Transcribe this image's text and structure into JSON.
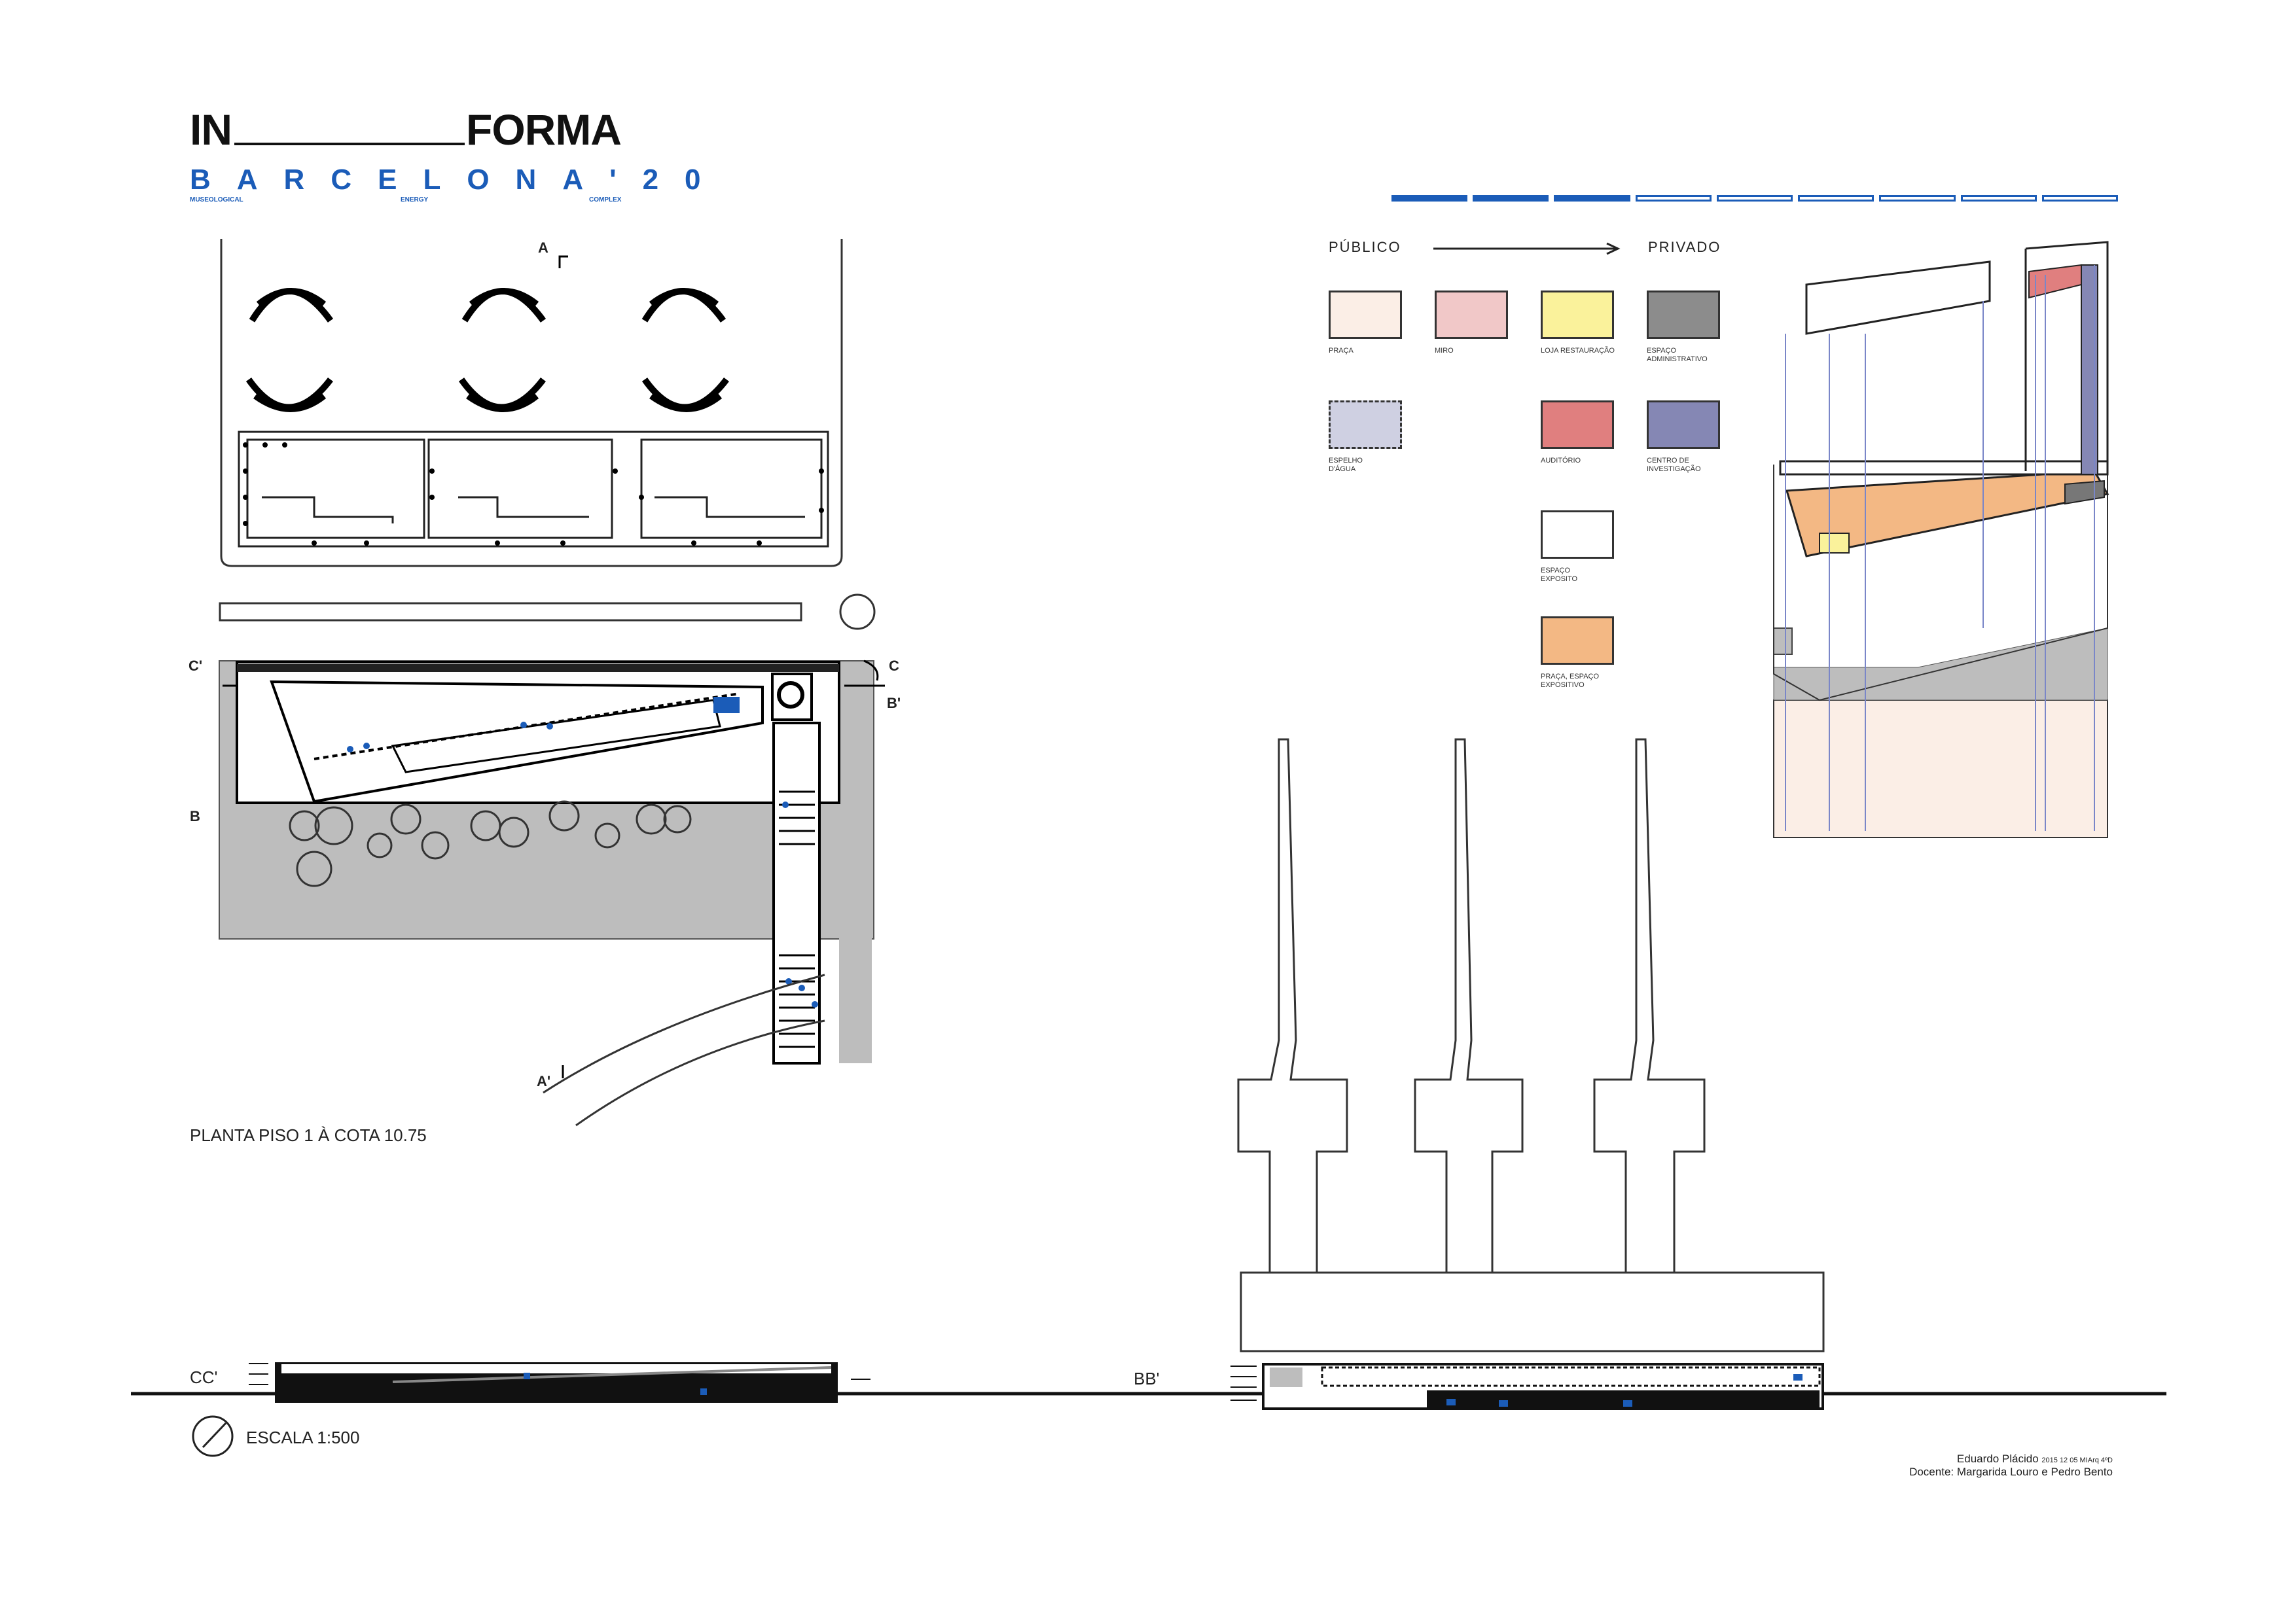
{
  "title": {
    "left": "IN",
    "right": "FORMA"
  },
  "brand": {
    "name": "BARCELONA'20",
    "sub1": "MUSEOLOGICAL",
    "sub2": "ENERGY",
    "sub3": "COMPLEX"
  },
  "progress": {
    "filled": 3,
    "total": 9,
    "color": "#1b5cb8"
  },
  "plan": {
    "section_marks": {
      "a": "A",
      "a_prime": "A'",
      "c_prime": "C'",
      "c": "C",
      "b": "B",
      "b_prime": "B'"
    },
    "label": "PLANTA PISO 1 À COTA 10.75"
  },
  "legend": {
    "public": "PÚBLICO",
    "private": "PRIVADO",
    "items": [
      {
        "label": "PRAÇA",
        "color": "#fbeee6"
      },
      {
        "label": "MIRO",
        "color": "#f1c8c8"
      },
      {
        "label": "LOJA RESTAURAÇÃO",
        "color": "#faf29b"
      },
      {
        "label": "ESPAÇO ADMINISTRATIVO",
        "color": "#8c8c8c"
      },
      {
        "label": "ESPELHO D'ÁGUA",
        "color": "#cfd0e2"
      },
      {
        "label": "AUDITÓRIO",
        "color": "#e07f7f"
      },
      {
        "label": "CENTRO DE INVESTIGAÇÃO",
        "color": "#8587b4"
      },
      {
        "label": "ESPAÇO EXPOSITO",
        "color": "#ffffff"
      },
      {
        "label": "PRAÇA, ESPAÇO EXPOSITIVO",
        "color": "#f3b884"
      }
    ]
  },
  "sections": {
    "cc": "CC'",
    "bb": "BB'"
  },
  "scale": "ESCALA 1:500",
  "credit": {
    "author": "Eduardo Plácido",
    "meta": "2015 12 05  MIArq 4ºD",
    "docente": "Docente: Margarida Louro e Pedro Bento"
  }
}
